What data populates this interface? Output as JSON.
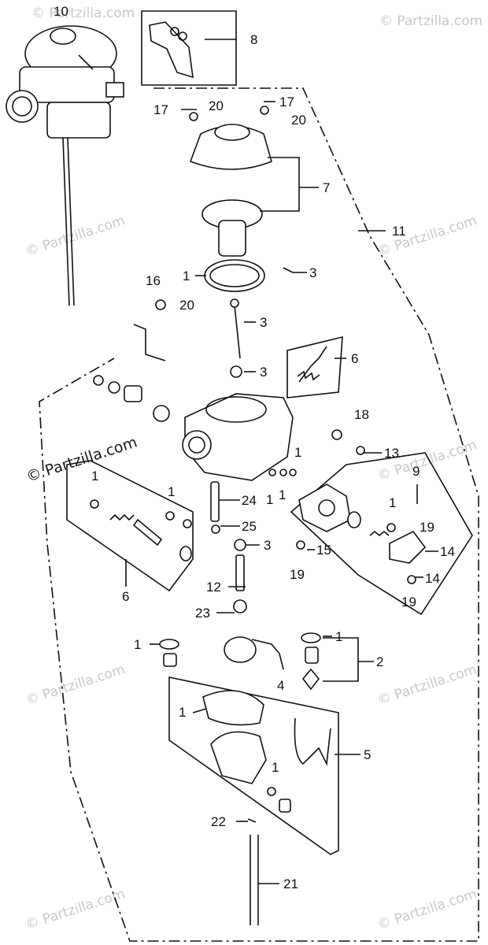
{
  "watermark": {
    "text": "© Partzilla.com",
    "inline": "© Partzilla.com"
  },
  "callouts": {
    "c1": "1",
    "c2": "2",
    "c3": "3",
    "c4": "4",
    "c5": "5",
    "c6": "6",
    "c7": "7",
    "c8": "8",
    "c9": "9",
    "c10": "10",
    "c11": "11",
    "c12": "12",
    "c13": "13",
    "c14": "14",
    "c15": "15",
    "c16": "16",
    "c17": "17",
    "c18": "18",
    "c19": "19",
    "c20": "20",
    "c21": "21",
    "c22": "22",
    "c23": "23",
    "c24": "24",
    "c25": "25"
  },
  "colors": {
    "ink": "#111111",
    "watermark": "#c9c9c9",
    "background": "#ffffff"
  }
}
